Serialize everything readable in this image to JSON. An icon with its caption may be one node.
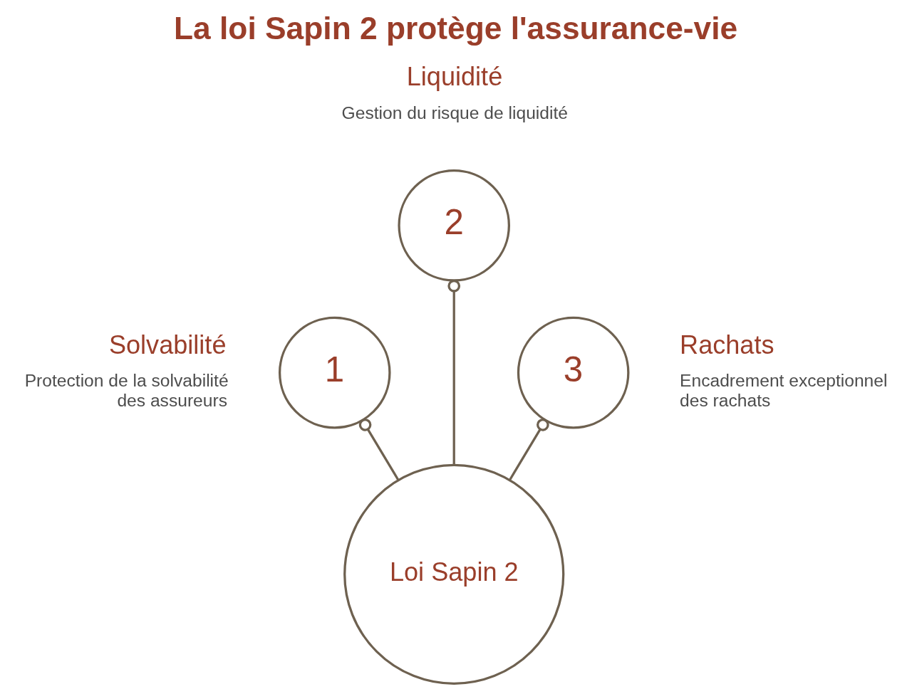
{
  "diagram": {
    "title": "La loi Sapin 2 protège l'assurance-vie",
    "nodes": [
      {
        "text": [
          "1"
        ],
        "beside": [
          "Solvabilité",
          "Protection de la solvabilité des assureurs"
        ]
      },
      {
        "text": [
          "2"
        ],
        "beside": [
          "Liquidité",
          "Gestion du risque de liquidité"
        ]
      },
      {
        "text": [
          "3"
        ],
        "beside": [
          "Rachats",
          "Encadrement exceptionnel des rachats"
        ]
      },
      {
        "text": [
          "Loi Sapin 2"
        ]
      }
    ],
    "edges": [
      {
        "from": 3,
        "to": 0,
        "arrow": "other"
      },
      {
        "from": 3,
        "to": 1,
        "arrow": "other"
      },
      {
        "from": 3,
        "to": 2,
        "arrow": "other"
      }
    ]
  }
}
